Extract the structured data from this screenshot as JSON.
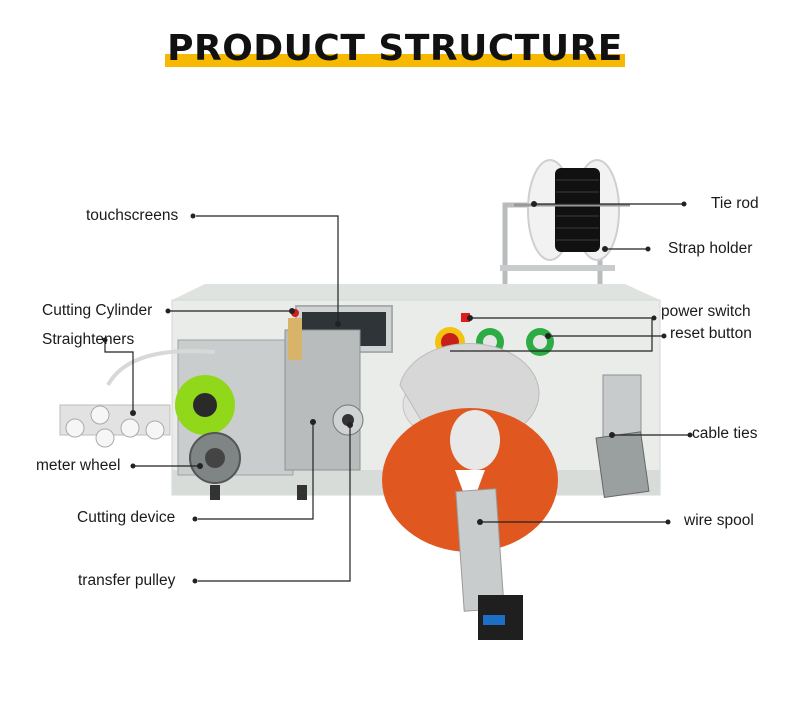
{
  "title": "PRODUCT STRUCTURE",
  "labels": {
    "touchscreens": "touchscreens",
    "cutting_cylinder": "Cutting Cylinder",
    "straighteners": "Straighteners",
    "meter_wheel": "meter wheel",
    "cutting_device": "Cutting device",
    "transfer_pulley": "transfer pulley",
    "tie_rod": "Tie rod",
    "strap_holder": "Strap holder",
    "power_switch": "power switch",
    "reset_button": "reset button",
    "cable_ties": "cable ties",
    "wire_spool": "wire spool"
  },
  "colors": {
    "accent_bar": "#f7b800",
    "machine_body": "#e9ece9",
    "turntable": "#e0571f",
    "leader_line": "#222222",
    "green_wheel": "#8fd61a"
  }
}
